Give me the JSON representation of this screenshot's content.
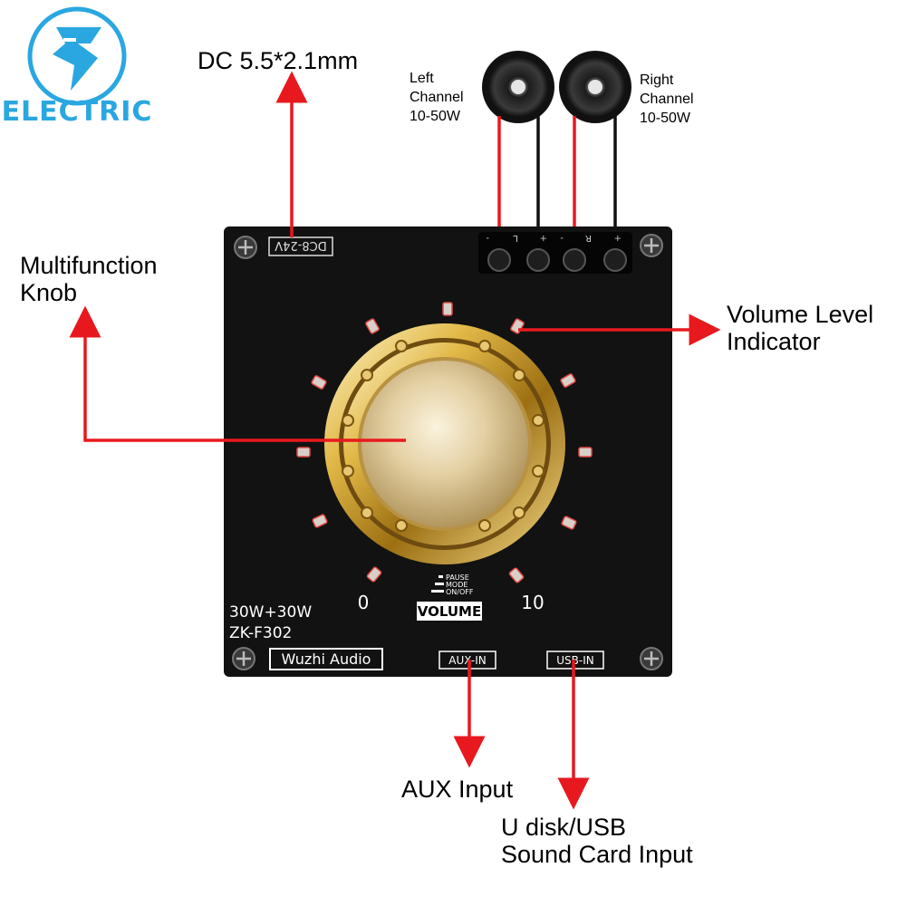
{
  "logo": {
    "text": "ELECTRIC",
    "color": "#2aa7e0",
    "icon": "s-lightning-logo-icon"
  },
  "callouts": {
    "dc_jack": "DC 5.5*2.1mm",
    "knob_line1": "Multifunction",
    "knob_line2": "Knob",
    "volume_line1": "Volume Level",
    "volume_line2": "Indicator",
    "aux": "AUX Input",
    "usb_line1": "U disk/USB",
    "usb_line2": "Sound Card Input"
  },
  "speakers": {
    "left": {
      "line1": "Left",
      "line2": "Channel",
      "line3": "10-50W",
      "icon": "speaker-icon"
    },
    "right": {
      "line1": "Right",
      "line2": "Channel",
      "line3": "10-50W",
      "icon": "speaker-icon"
    }
  },
  "board": {
    "dc_label": "DC8-24V",
    "terminal_labels": [
      "-",
      "L",
      "+",
      "-",
      "R",
      "+"
    ],
    "power_rating": "30W+30W",
    "model": "ZK-F302",
    "brand": "Wuzhi Audio",
    "aux_label": "AUX-IN",
    "usb_label": "USB-IN",
    "volume_label": "VOLUME",
    "scale_min": "0",
    "scale_max": "10",
    "legend": [
      "PAUSE",
      "MODE",
      "ON/OFF"
    ]
  },
  "colors": {
    "arrow": "#e8191e",
    "board": "#121212",
    "gold": "#d8b35a",
    "led": "#e04a46"
  }
}
